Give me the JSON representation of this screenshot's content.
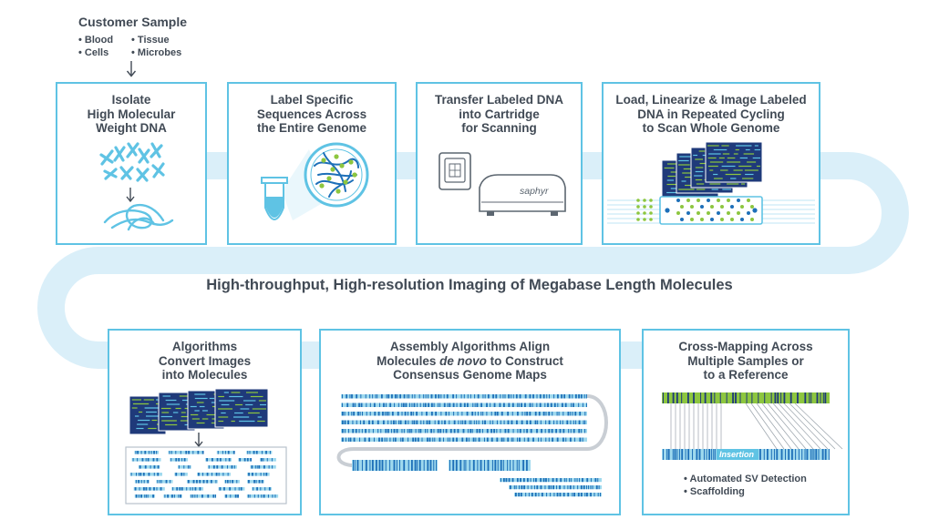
{
  "customer_sample": {
    "title": "Customer Sample",
    "items": [
      "Blood",
      "Tissue",
      "Cells",
      "Microbes"
    ]
  },
  "steps_row1": [
    {
      "lines": [
        "Isolate",
        "High Molecular",
        "Weight DNA"
      ]
    },
    {
      "lines": [
        "Label Specific",
        "Sequences Across",
        "the Entire Genome"
      ]
    },
    {
      "lines": [
        "Transfer Labeled DNA",
        "into Cartridge",
        "for Scanning"
      ]
    },
    {
      "lines": [
        "Load, Linearize & Image Labeled",
        "DNA in Repeated Cycling",
        "to Scan Whole Genome"
      ]
    }
  ],
  "instrument_label": "saphyr",
  "headline": "High-throughput, High-resolution Imaging of Megabase Length Molecules",
  "steps_row2": [
    {
      "lines": [
        "Algorithms",
        "Convert Images",
        "into Molecules"
      ]
    },
    {
      "line1": "Assembly Algorithms Align",
      "line2_pre": "Molecules ",
      "line2_em": "de novo",
      "line2_post": " to Construct",
      "line3": "Consensus Genome Maps"
    },
    {
      "lines": [
        "Cross-Mapping Across",
        "Multiple Samples or",
        "to a Reference"
      ]
    }
  ],
  "insertion_label": "Insertion",
  "bullets": [
    "Automated SV Detection",
    "Scaffolding"
  ],
  "colors": {
    "box_border": "#5fc3e4",
    "band": "#daeff9",
    "label_blue": "#1d6fb8",
    "light_blue": "#5fc3e4",
    "green": "#8dc63f",
    "navy": "#1f3a7a",
    "text": "#414a55"
  }
}
